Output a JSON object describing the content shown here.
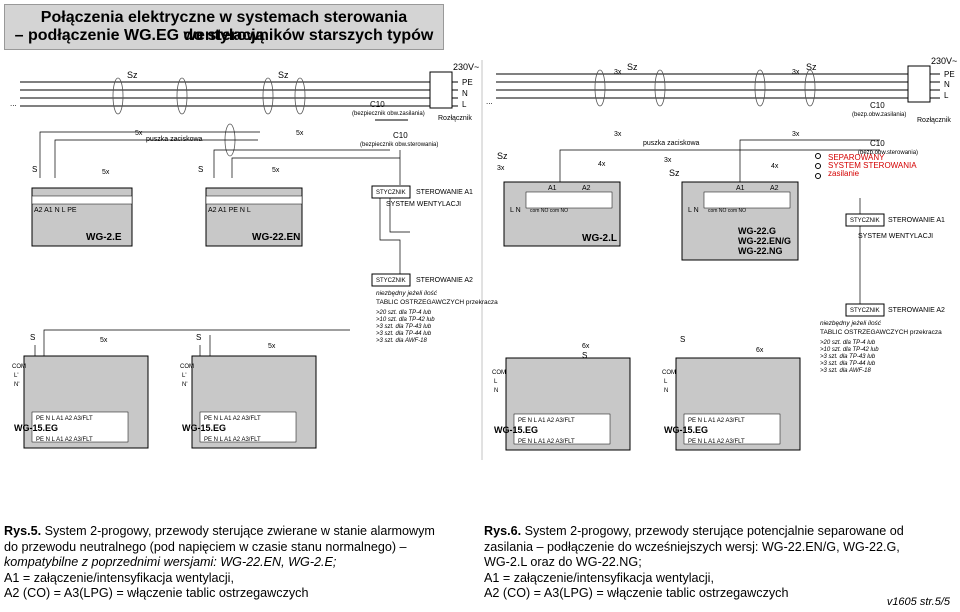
{
  "title": {
    "line1": "Połączenia elektryczne w systemach sterowania wentylacją",
    "line2": "– podłączenie WG.EG do sterowników starszych typów"
  },
  "diagram_left": {
    "supply": "230V~",
    "rails": [
      "PE",
      "N",
      "L"
    ],
    "sz": "Sz",
    "fuse": "C10",
    "fuse_sub": "(bezpiecznik obw.zasilania)",
    "fuse2_sub": "(bezpiecznik obw.sterowania)",
    "switch": "Rozłącznik",
    "clamp": "puszka zaciskowa",
    "mult5": "5x",
    "S": "S",
    "wg2e": "WG-2.E",
    "wg2e_terms": "A2 A1 N L PE",
    "wg22en": "WG-22.EN",
    "wg22en_terms": "A2 A1 PE N L",
    "stycznik": "STYCZNIK",
    "a1": "STEROWANIE A1",
    "system": "SYSTEM WENTYLACJI",
    "a2": "STEROWANIE A2",
    "note1": "niezbędny jeżeli ilość",
    "note2": "TABLIC OSTRZEGAWCZYCH przekracza",
    "note_items": [
      ">20 szt. dla TP-4 lub",
      ">10 szt. dla TP-42 lub",
      ">3 szt. dla TP-43 lub",
      ">3 szt. dla TP-44 lub",
      ">3 szt. dla AWF-18"
    ],
    "com": "COM",
    "l": "L'",
    "n": "N'",
    "wg15": "WG-15.EG",
    "wg15_terms": "PE N L A1 A2 A3/FLT"
  },
  "diagram_right": {
    "supply": "230V~",
    "rails": [
      "PE",
      "N",
      "L"
    ],
    "sz": "Sz",
    "x3": "3x",
    "x4": "4x",
    "x6": "6x",
    "fuse": "C10",
    "fuse_sub": "(bezp.obw.zasilania)",
    "fuse2_sub": "(bezp.obw.sterowania)",
    "switch": "Rozłącznik",
    "clamp": "puszka zaciskowa",
    "sep1": "SEPAROWANY",
    "sep2": "SYSTEM STEROWANIA",
    "sep3": "zasilanie",
    "a1t": "A1",
    "a2t": "A2",
    "ln": "L N",
    "relay": "com NO com NO",
    "wg2l": "WG-2.L",
    "wg22g": "WG-22.G",
    "wg22eng": "WG-22.EN/G",
    "wg22ng": "WG-22.NG",
    "stycznik": "STYCZNIK",
    "a1": "STEROWANIE A1",
    "system": "SYSTEM WENTYLACJI",
    "a2": "STEROWANIE A2",
    "S": "S",
    "com": "COM",
    "l": "L",
    "n": "N",
    "wg15": "WG-15.EG",
    "wg15_terms": "PE N L A1 A2 A3/FLT"
  },
  "caption_left": {
    "label": "Rys.5.",
    "line1": " System 2-progowy, przewody sterujące zwierane w stanie alarmowym",
    "line2": "do przewodu neutralnego (pod napięciem w czasie stanu normalnego) –",
    "line3": "kompatybilne z poprzednimi wersjami: WG-22.EN, WG-2.E;",
    "line4": "A1 = załączenie/intensyfikacja wentylacji,",
    "line5": "A2 (CO) = A3(LPG) = włączenie tablic ostrzegawczych"
  },
  "caption_right": {
    "label": "Rys.6.",
    "line1": " System 2-progowy, przewody sterujące potencjalnie separowane od",
    "line2": "zasilania – podłączenie do wcześniejszych wersj: WG-22.EN/G, WG-22.G,",
    "line3": "WG-2.L oraz do WG-22.NG;",
    "line4": "A1 = załączenie/intensyfikacja wentylacji,",
    "line5": "A2 (CO) = A3(LPG) = włączenie tablic ostrzegawczych"
  },
  "footer": "v1605 str.5/5",
  "colors": {
    "title_bg": "#d4d4d4",
    "panel": "#c8c8c8",
    "wire_accent": "#cc0000",
    "sep": "#d40000"
  }
}
